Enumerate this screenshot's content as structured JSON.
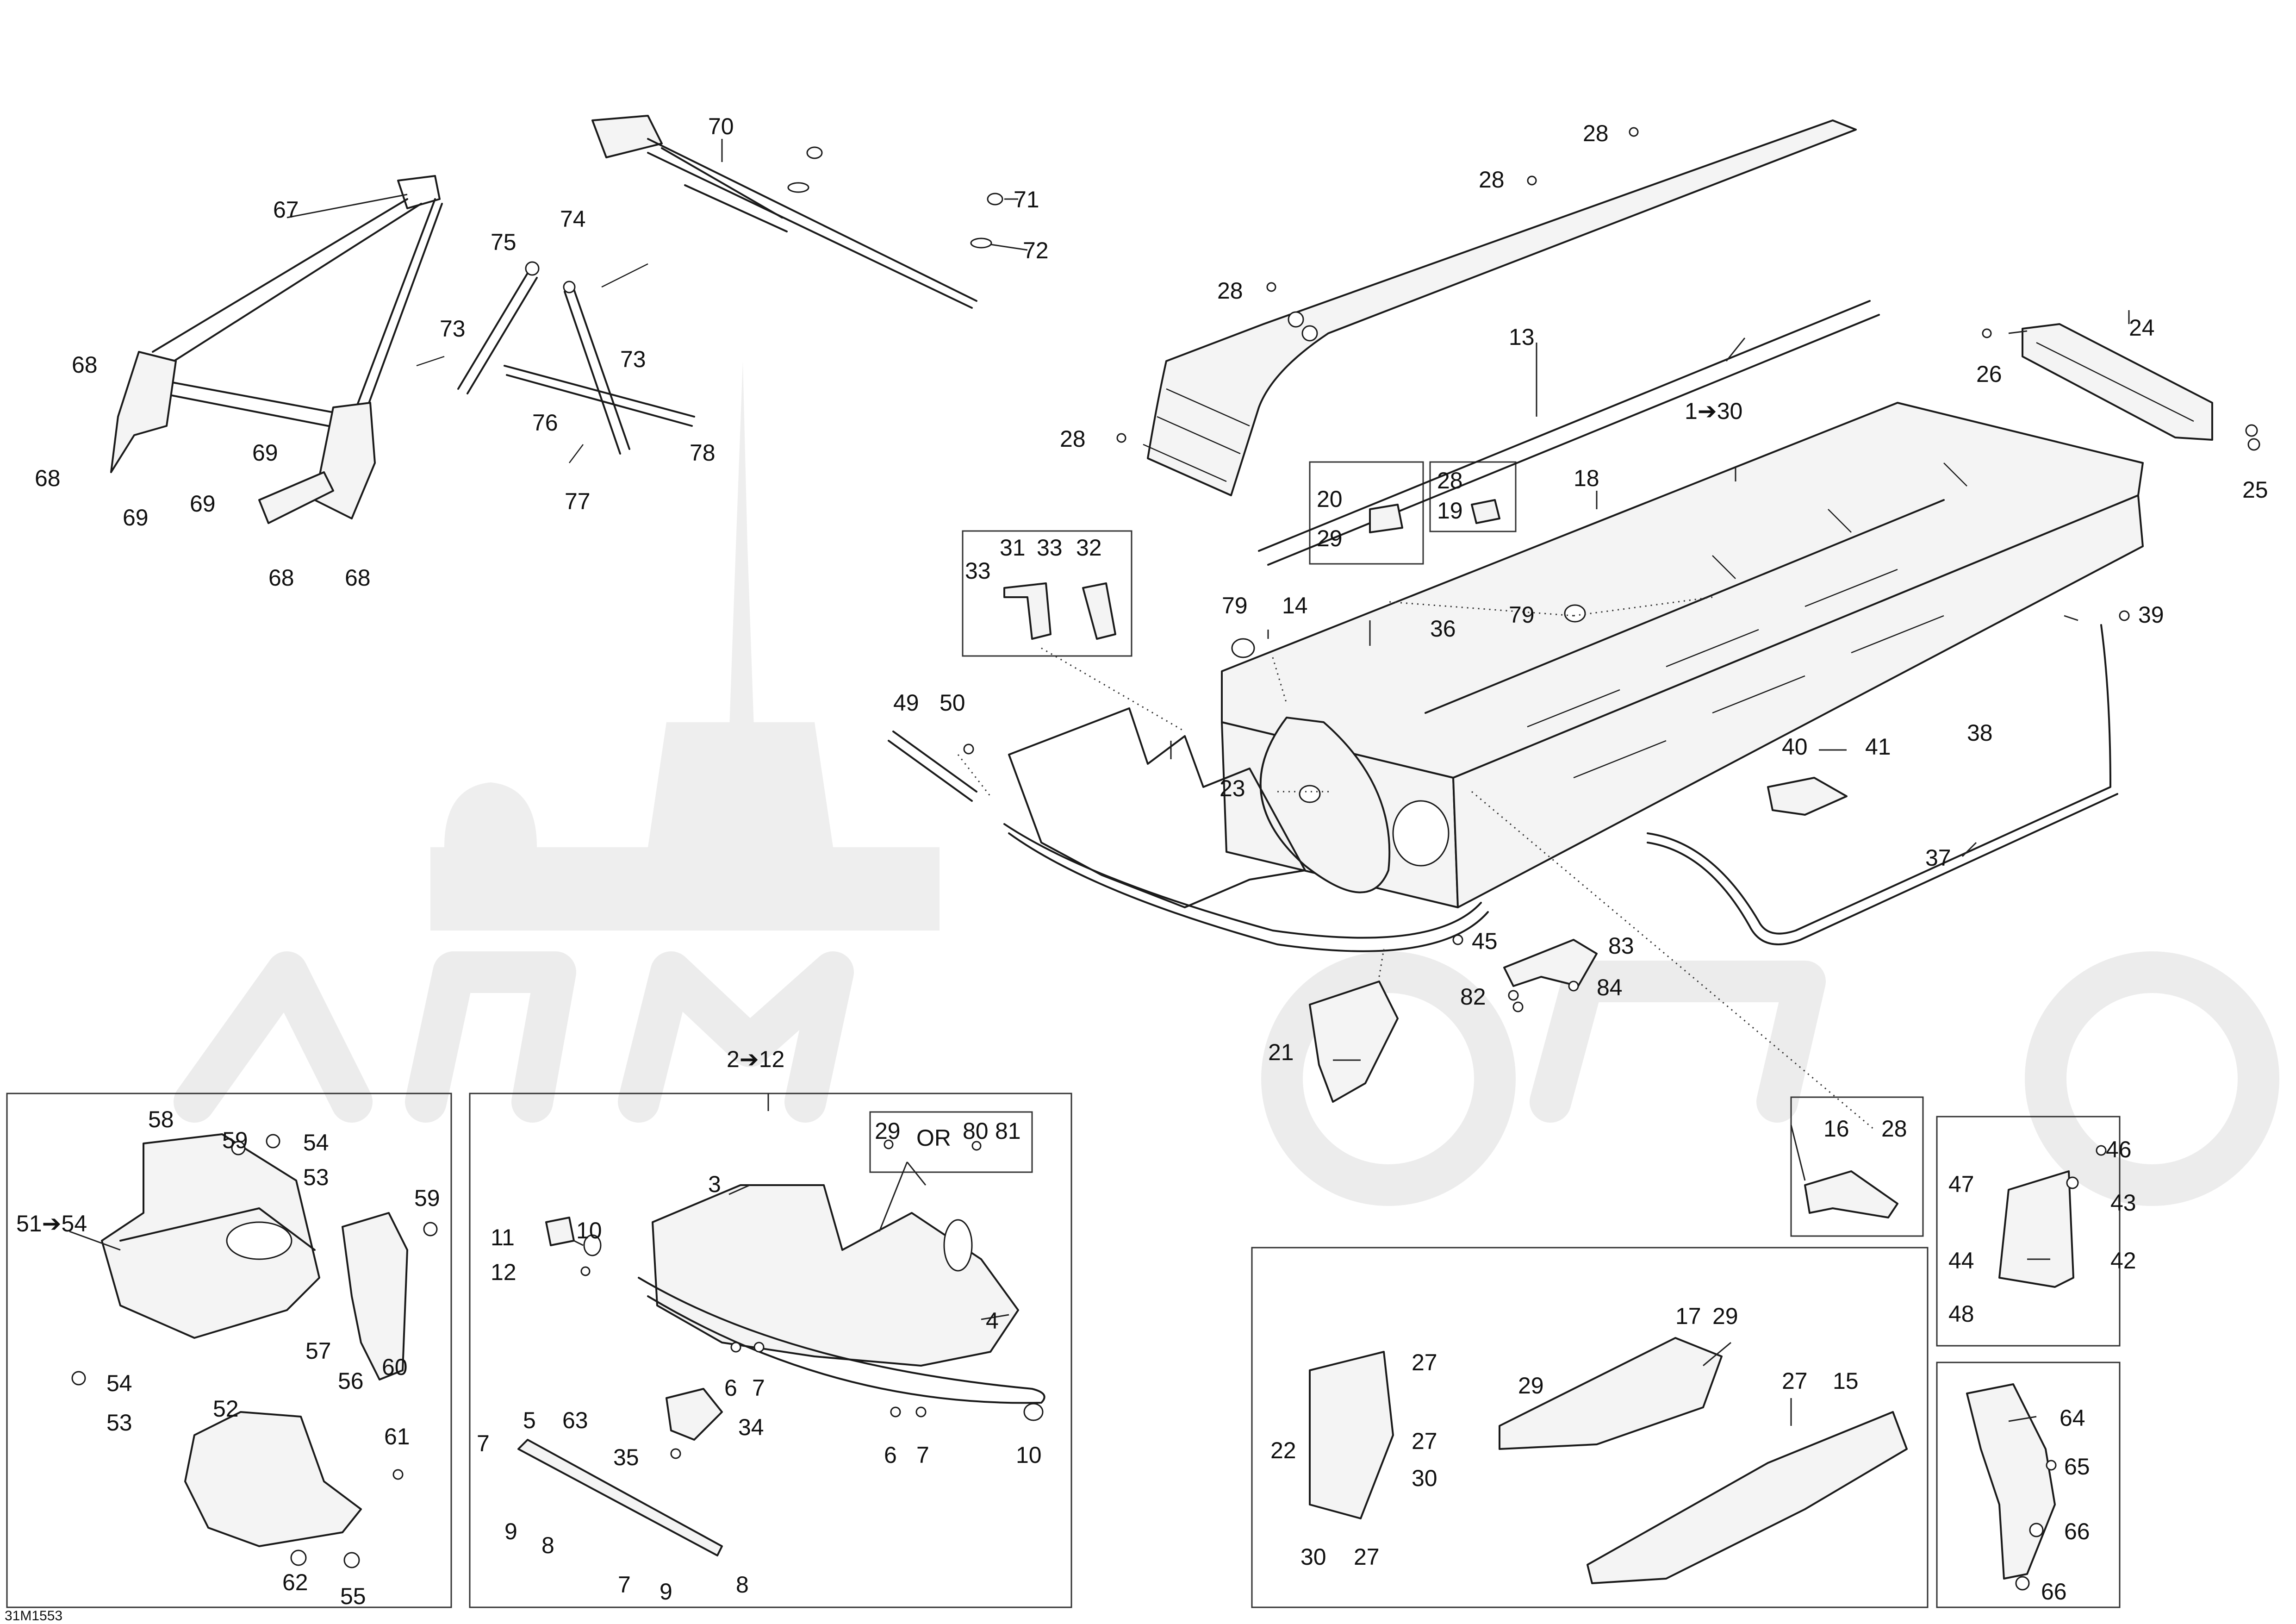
{
  "figure_code": "31M1553",
  "callouts": {
    "c_1_30": "1➔30",
    "c_2_12": "2➔12",
    "c_51_54": "51➔54",
    "c_3": "3",
    "c_4": "4",
    "c_5": "5",
    "c_6a": "6",
    "c_6b": "6",
    "c_7a": "7",
    "c_7b": "7",
    "c_7c": "7",
    "c_7d": "7",
    "c_8a": "8",
    "c_8b": "8",
    "c_9a": "9",
    "c_9b": "9",
    "c_10a": "10",
    "c_10b": "10",
    "c_11": "11",
    "c_12": "12",
    "c_13": "13",
    "c_14": "14",
    "c_15": "15",
    "c_16": "16",
    "c_17": "17",
    "c_18": "18",
    "c_19": "19",
    "c_20": "20",
    "c_21": "21",
    "c_22": "22",
    "c_23": "23",
    "c_24": "24",
    "c_25": "25",
    "c_26": "26",
    "c_27a": "27",
    "c_27b": "27",
    "c_27c": "27",
    "c_27d": "27",
    "c_28a": "28",
    "c_28b": "28",
    "c_28c": "28",
    "c_28d": "28",
    "c_28e": "28",
    "c_28f": "28",
    "c_29a": "29",
    "c_29b": "29",
    "c_29c": "29",
    "c_29d": "29",
    "or_word": "OR",
    "c_80": "80",
    "c_81": "81",
    "c_30a": "30",
    "c_30b": "30",
    "c_31": "31",
    "c_32": "32",
    "c_33a": "33",
    "c_33b": "33",
    "c_34": "34",
    "c_35": "35",
    "c_36": "36",
    "c_37": "37",
    "c_38": "38",
    "c_39": "39",
    "c_40": "40",
    "c_41": "41",
    "c_42": "42",
    "c_43": "43",
    "c_44": "44",
    "c_45": "45",
    "c_46": "46",
    "c_47": "47",
    "c_48": "48",
    "c_49": "49",
    "c_50": "50",
    "c_52": "52",
    "c_53a": "53",
    "c_53b": "53",
    "c_54a": "54",
    "c_54b": "54",
    "c_55": "55",
    "c_56": "56",
    "c_57": "57",
    "c_58": "58",
    "c_59a": "59",
    "c_59b": "59",
    "c_60": "60",
    "c_61": "61",
    "c_62": "62",
    "c_63": "63",
    "c_64": "64",
    "c_65": "65",
    "c_66a": "66",
    "c_66b": "66",
    "c_67": "67",
    "c_68a": "68",
    "c_68b": "68",
    "c_68c": "68",
    "c_68d": "68",
    "c_69a": "69",
    "c_69b": "69",
    "c_69c": "69",
    "c_70": "70",
    "c_71": "71",
    "c_72": "72",
    "c_73a": "73",
    "c_73b": "73",
    "c_74": "74",
    "c_75": "75",
    "c_76": "76",
    "c_77": "77",
    "c_78": "78",
    "c_79a": "79",
    "c_79b": "79",
    "c_82": "82",
    "c_83": "83",
    "c_84": "84"
  }
}
